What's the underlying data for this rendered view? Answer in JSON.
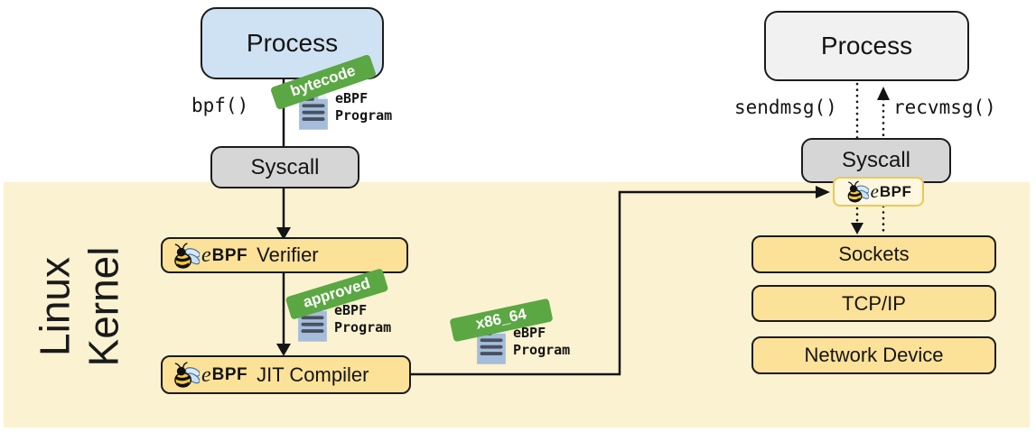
{
  "colors": {
    "kernel_bg": "#FBF2D1",
    "gold": "#FCE199",
    "green": "#5BA744",
    "process_blue": "#CFE2F3",
    "gray": "#D6D6D6",
    "process_gray": "#F1F1F1",
    "badge_bg": "#FFF7E0",
    "badge_border": "#EDC94F",
    "doc": "#A5BDDB",
    "doc_lines": "#47525F",
    "line": "#141414"
  },
  "kernel": {
    "line1": "Linux",
    "line2": "Kernel"
  },
  "ebpf_logo": {
    "e": "e",
    "bpf": "BPF"
  },
  "program_doc": {
    "line1": "eBPF",
    "line2": "Program"
  },
  "badges": {
    "bytecode": "bytecode",
    "approved": "approved",
    "x86": "x86_64"
  },
  "left": {
    "process": "Process",
    "bpf_call": "bpf()",
    "syscall": "Syscall",
    "verifier": "Verifier",
    "jit": "JIT Compiler"
  },
  "right": {
    "process": "Process",
    "sendmsg": "sendmsg()",
    "recvmsg": "recvmsg()",
    "syscall": "Syscall",
    "sockets": "Sockets",
    "tcpip": "TCP/IP",
    "network_device": "Network Device"
  }
}
